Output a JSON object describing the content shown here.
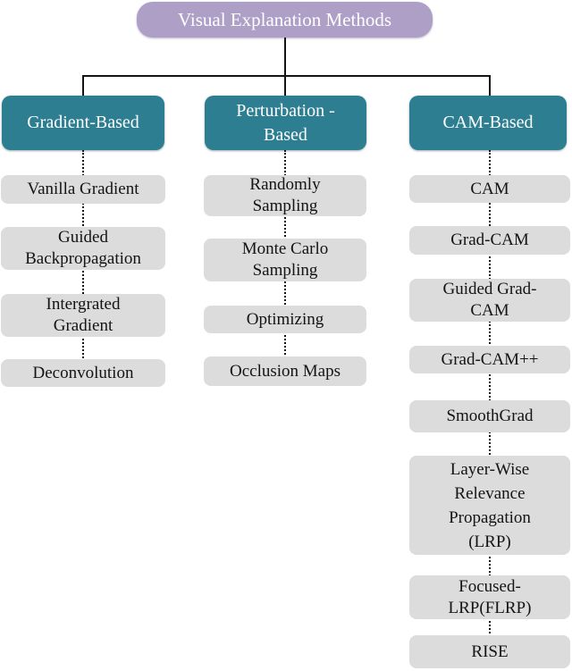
{
  "figure": {
    "title": "Visual Explanation Methods",
    "colors": {
      "root_bg": "#ae9fc7",
      "root_text": "#ffffff",
      "branch_bg": "#2e7e92",
      "branch_text": "#ffffff",
      "item_bg": "#dcdcdc",
      "item_text": "#141414",
      "line": "#141414"
    },
    "branches": [
      {
        "label": "Gradient-Based",
        "items": [
          "Vanilla Gradient",
          "Guided\nBackpropagation",
          "Intergrated\nGradient",
          "Deconvolution"
        ]
      },
      {
        "label": "Perturbation -\nBased",
        "items": [
          "Randomly\nSampling",
          "Monte Carlo\nSampling",
          "Optimizing",
          "Occlusion Maps"
        ]
      },
      {
        "label": "CAM-Based",
        "items": [
          "CAM",
          "Grad-CAM",
          "Guided Grad-\nCAM",
          "Grad-CAM++",
          "SmoothGrad",
          "Layer-Wise\nRelevance\nPropagation\n(LRP)",
          "Focused-\nLRP(FLRP)",
          "RISE"
        ]
      }
    ]
  }
}
